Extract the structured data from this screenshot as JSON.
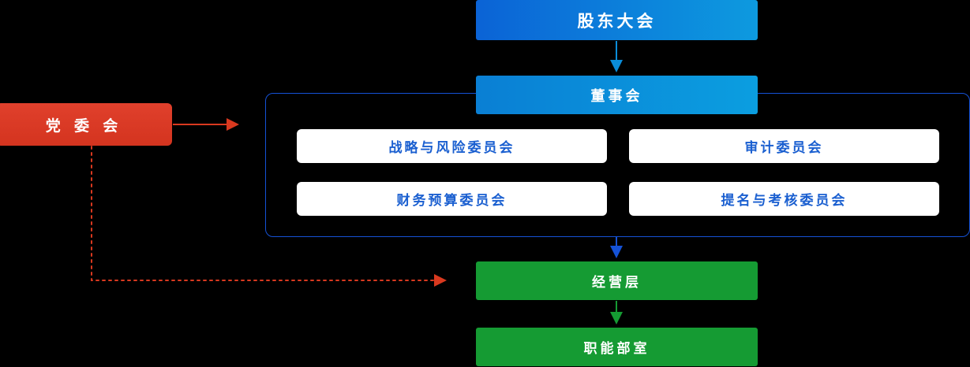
{
  "diagram": {
    "title": "",
    "background_color": "#000000",
    "nodes": {
      "shareholders": {
        "label": "股东大会",
        "color": "#0d86da"
      },
      "board": {
        "label": "董事会",
        "color": "#0a8dda"
      },
      "party_committee": {
        "label": "党 委 会",
        "color": "#d9391f"
      },
      "management": {
        "label": "经营层",
        "color": "#159b33"
      },
      "departments": {
        "label": "职能部室",
        "color": "#159b33"
      }
    },
    "committees": [
      {
        "label": "战略与风险委员会",
        "color": "#1a5fd0"
      },
      {
        "label": "审计委员会",
        "color": "#1a5fd0"
      },
      {
        "label": "财务预算委员会",
        "color": "#1a5fd0"
      },
      {
        "label": "提名与考核委员会",
        "color": "#1a5fd0"
      }
    ],
    "connectors": [
      {
        "name": "shareholders-to-board",
        "style": "solid",
        "color": "#0a8dda"
      },
      {
        "name": "board-to-management",
        "style": "solid",
        "color": "#1552d6"
      },
      {
        "name": "management-to-departments",
        "style": "solid",
        "color": "#159b33"
      },
      {
        "name": "party-to-board",
        "style": "solid",
        "color": "#d9391f"
      },
      {
        "name": "party-to-management",
        "style": "dotted",
        "color": "#d9391f"
      }
    ]
  }
}
